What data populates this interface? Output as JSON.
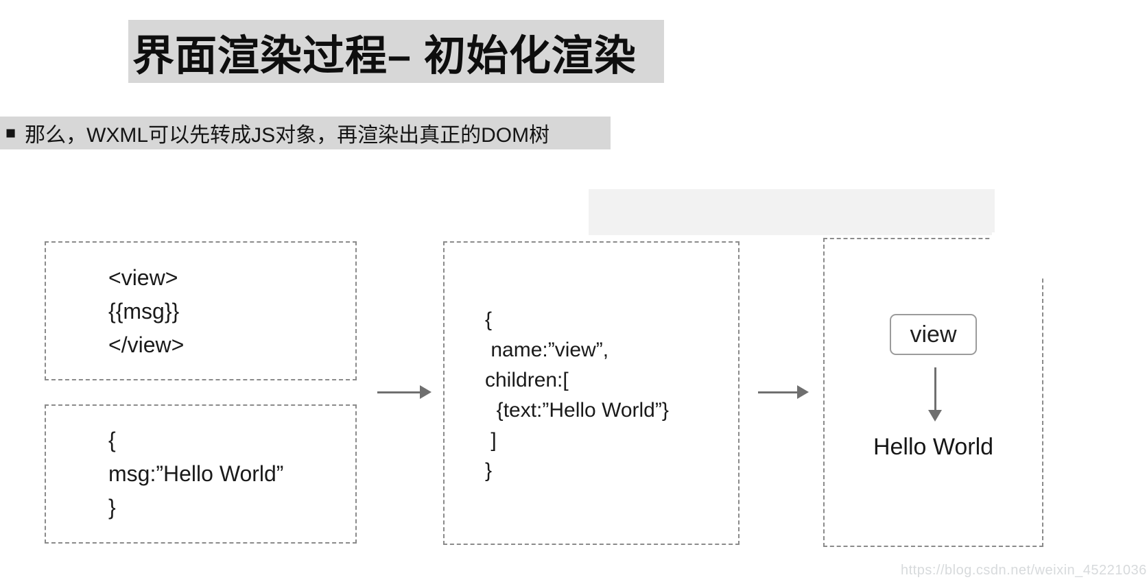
{
  "slide": {
    "title": "界面渲染过程– 初始化渲染",
    "bullet": {
      "marker": "■",
      "text": "那么，WXML可以先转成JS对象，再渲染出真正的DOM树"
    },
    "diagram": {
      "wxml_box": {
        "lines": [
          "<view>",
          "{{msg}}",
          "</view>"
        ]
      },
      "data_box": {
        "lines": [
          "{",
          "msg:”Hello World”",
          "}"
        ]
      },
      "js_box": {
        "lines": [
          "{",
          " name:”view”,",
          "children:[",
          "  {text:”Hello World”}",
          " ]",
          "}"
        ]
      },
      "dom_box": {
        "node_label": "view",
        "text_node": "Hello World"
      }
    },
    "watermark": "https://blog.csdn.net/weixin_45221036",
    "colors": {
      "highlight": "#d7d7d7",
      "dash": "#8a8a8a",
      "arrow": "#6f6f6f",
      "band": "#f2f2f2",
      "watermark": "#d7dadc"
    }
  }
}
